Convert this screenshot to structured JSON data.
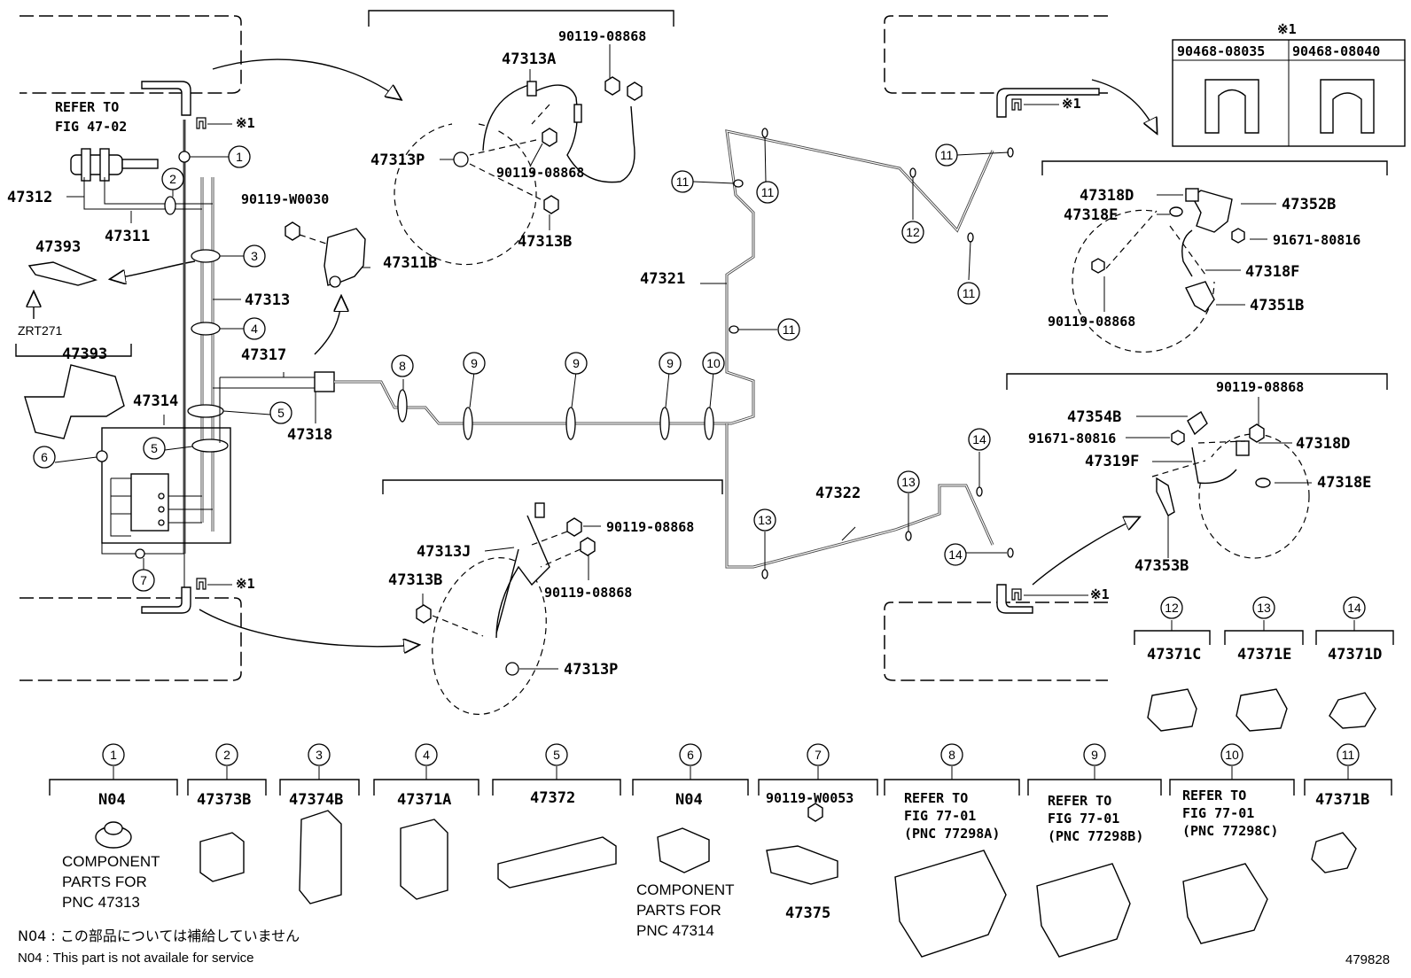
{
  "diagram_id": "479828",
  "cross_mark": "※1",
  "refer_main": [
    "REFER TO",
    "FIG 47-02"
  ],
  "zrt_label": "ZRT271",
  "clip_numbers": [
    "1",
    "2",
    "3",
    "4",
    "5",
    "6",
    "7",
    "8",
    "9",
    "10",
    "11",
    "12",
    "13",
    "14"
  ],
  "main_labels": {
    "p47312": "47312",
    "p47311": "47311",
    "p47393a": "47393",
    "p47393b": "47393",
    "p47313": "47313",
    "p47314": "47314",
    "p47317": "47317",
    "p47318": "47318",
    "p47311B": "47311B",
    "p90119W0030": "90119-W0030",
    "p47321": "47321",
    "p47322": "47322"
  },
  "front_detail": {
    "p90119_08868_a": "90119-08868",
    "p47313A": "47313A",
    "p47313P": "47313P",
    "p90119_08868_b": "90119-08868",
    "p47313B": "47313B"
  },
  "rear_left_detail": {
    "p90119_08868_a": "90119-08868",
    "p47313J": "47313J",
    "p47313B": "47313B",
    "p90119_08868_b": "90119-08868",
    "p47313P": "47313P"
  },
  "rear_right_upper": {
    "p47318D": "47318D",
    "p47318E": "47318E",
    "p47352B": "47352B",
    "p91671_80816": "91671-80816",
    "p47318F": "47318F",
    "p90119_08868": "90119-08868",
    "p47351B": "47351B"
  },
  "rear_right_lower": {
    "p90119_08868": "90119-08868",
    "p47354B": "47354B",
    "p91671_80816": "91671-80816",
    "p47318D": "47318D",
    "p47319F": "47319F",
    "p47318E": "47318E",
    "p47353B": "47353B"
  },
  "shim_table": {
    "header": "※1",
    "col1": "90468-08035",
    "col2": "90468-08040"
  },
  "side_clips": [
    {
      "num": "12",
      "part": "47371C"
    },
    {
      "num": "13",
      "part": "47371E"
    },
    {
      "num": "14",
      "part": "47371D"
    }
  ],
  "bottom_parts": [
    {
      "num": "1",
      "part": "N04",
      "note": [
        "COMPONENT",
        "PARTS FOR",
        "PNC 47313"
      ]
    },
    {
      "num": "2",
      "part": "47373B"
    },
    {
      "num": "3",
      "part": "47374B"
    },
    {
      "num": "4",
      "part": "47371A"
    },
    {
      "num": "5",
      "part": "47372"
    },
    {
      "num": "6",
      "part": "N04",
      "note": [
        "COMPONENT",
        "PARTS FOR",
        "PNC 47314"
      ]
    },
    {
      "num": "7",
      "part": "90119-W0053",
      "sub": "47375"
    },
    {
      "num": "8",
      "refer": [
        "REFER TO",
        "FIG 77-01",
        "(PNC 77298A)"
      ]
    },
    {
      "num": "9",
      "refer": [
        "REFER TO",
        "FIG 77-01",
        "(PNC 77298B)"
      ]
    },
    {
      "num": "10",
      "refer": [
        "REFER TO",
        "FIG 77-01",
        "(PNC 77298C)"
      ]
    },
    {
      "num": "11",
      "part": "47371B"
    }
  ],
  "footnotes": {
    "jp": "N04 : この部品については補給していません",
    "en": "N04 :  This part is not availale for service"
  }
}
